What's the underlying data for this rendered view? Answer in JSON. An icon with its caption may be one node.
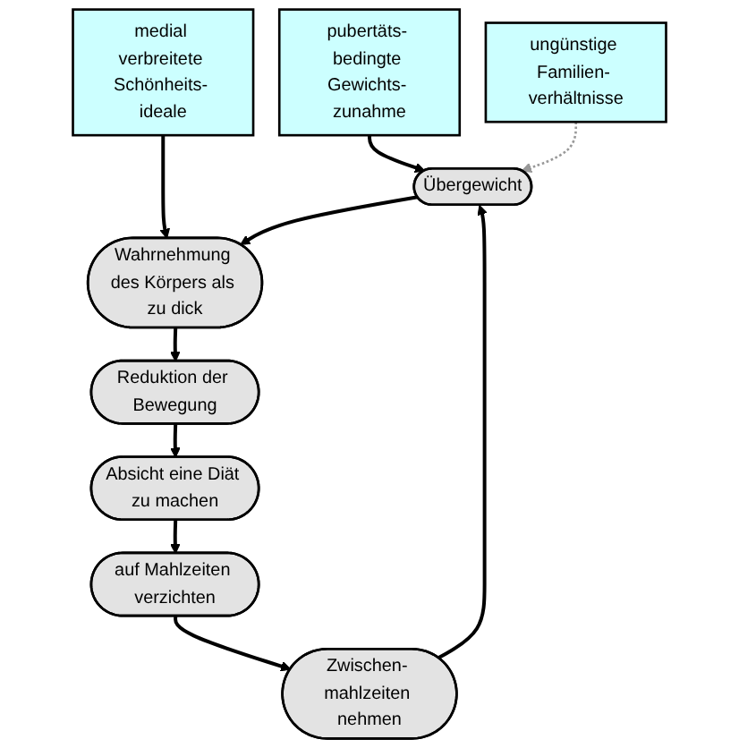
{
  "diagram": {
    "nodes": [
      {
        "text": [
          "medial verbreitete Schönheits- ideale"
        ]
      },
      {
        "text": [
          "pubertäts- bedingte Gewichts- zunahme"
        ]
      },
      {
        "text": [
          "ungünstige Familien- verhältnisse"
        ]
      },
      {
        "text": [
          "Übergewicht"
        ]
      },
      {
        "text": [
          "Wahrnehmung des Körpers als zu dick"
        ]
      },
      {
        "text": [
          "Zwischen- mahlzeiten nehmen"
        ]
      },
      {
        "text": [
          "Reduktion der Bewegung"
        ]
      },
      {
        "text": [
          "auf Mahlzeiten verzichten"
        ]
      },
      {
        "text": [
          "Absicht eine Diät zu machen"
        ]
      }
    ],
    "edges": [
      {
        "from": 0,
        "to": 4,
        "arrow": "to"
      },
      {
        "from": 1,
        "to": 3,
        "arrow": "to"
      },
      {
        "from": 2,
        "to": 3,
        "arrow": "to",
        "style": "dashed",
        "color": "#999999"
      },
      {
        "from": 3,
        "to": 4,
        "arrow": "to"
      },
      {
        "from": 4,
        "to": 6,
        "arrow": "to"
      },
      {
        "from": 6,
        "to": 8,
        "arrow": "to"
      },
      {
        "from": 8,
        "to": 7,
        "arrow": "to"
      },
      {
        "from": 7,
        "to": 5,
        "arrow": "to"
      },
      {
        "from": 5,
        "to": 3,
        "arrow": "to"
      }
    ]
  }
}
